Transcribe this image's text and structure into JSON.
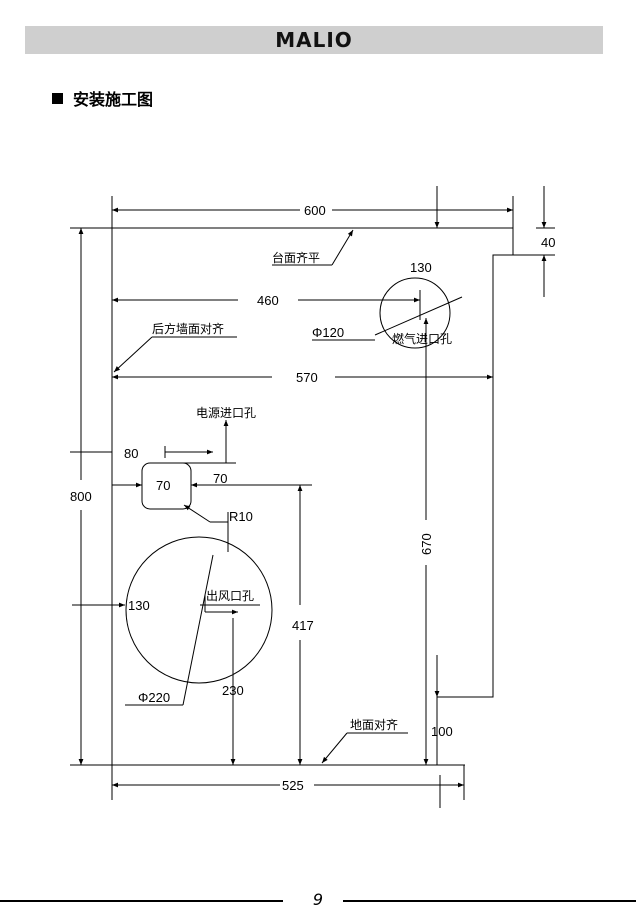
{
  "header": {
    "brand": "MALIO"
  },
  "section": {
    "title": "安装施工图"
  },
  "drawing": {
    "dims": {
      "width_600": "600",
      "offset_40": "40",
      "width_460": "460",
      "width_570": "570",
      "height_800": "800",
      "dist_80": "80",
      "box_70_inner": "70",
      "box_70_right": "70",
      "radius_r10": "R10",
      "height_670": "670",
      "height_417": "417",
      "dist_130_left": "130",
      "dist_130_top": "130",
      "height_230": "230",
      "dia_220": "Φ220",
      "dia_120": "Φ120",
      "height_100": "100",
      "width_525": "525"
    },
    "labels": {
      "countertop_flush": "台面齐平",
      "rear_wall_align": "后方墙面对齐",
      "gas_inlet": "燃气进口孔",
      "power_inlet": "电源进口孔",
      "air_outlet": "出风口孔",
      "floor_align": "地面对齐"
    }
  },
  "footer": {
    "page_number": "9"
  }
}
